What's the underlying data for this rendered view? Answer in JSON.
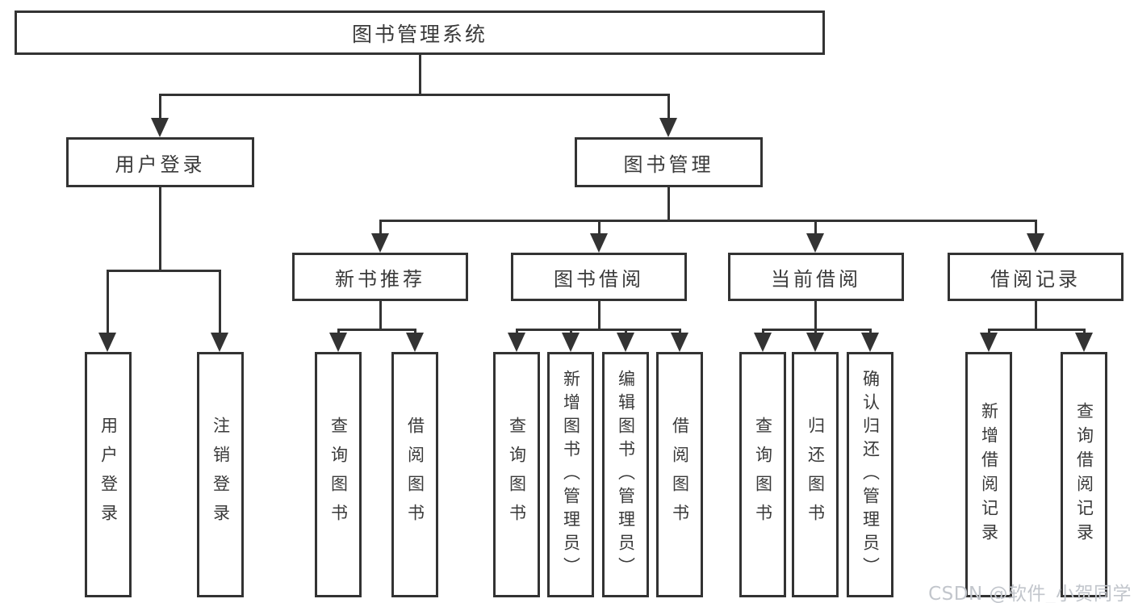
{
  "diagram": {
    "root": {
      "label": "图书管理系统"
    },
    "branches": [
      {
        "label": "用户登录",
        "children": [
          {
            "label": "用户登录"
          },
          {
            "label": "注销登录"
          }
        ]
      },
      {
        "label": "图书管理",
        "children": [
          {
            "label": "新书推荐",
            "children": [
              {
                "label": "查询图书"
              },
              {
                "label": "借阅图书"
              }
            ]
          },
          {
            "label": "图书借阅",
            "children": [
              {
                "label": "查询图书"
              },
              {
                "label": "新增图书（管理员）"
              },
              {
                "label": "编辑图书（管理员）"
              },
              {
                "label": "借阅图书"
              }
            ]
          },
          {
            "label": "当前借阅",
            "children": [
              {
                "label": "查询图书"
              },
              {
                "label": "归还图书"
              },
              {
                "label": "确认归还（管理员）"
              }
            ]
          },
          {
            "label": "借阅记录",
            "children": [
              {
                "label": "新增借阅记录"
              },
              {
                "label": "查询借阅记录"
              }
            ]
          }
        ]
      }
    ]
  },
  "watermark": {
    "text": "CSDN @软件_小贺同学"
  },
  "colors": {
    "line": "#333333",
    "text": "#3a3a3a",
    "watermark": "#c2c6cc"
  }
}
